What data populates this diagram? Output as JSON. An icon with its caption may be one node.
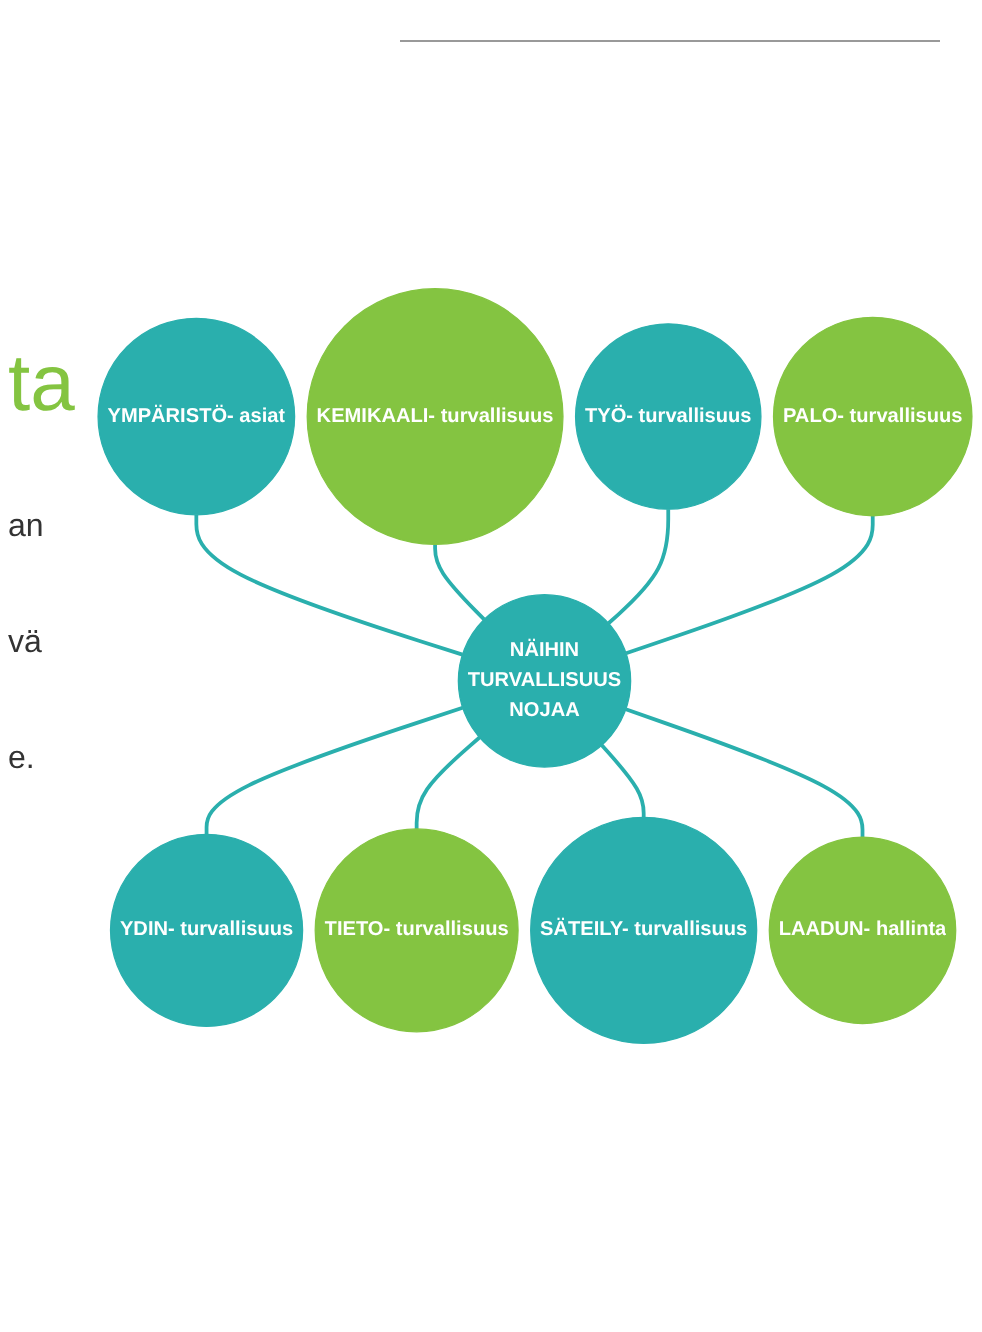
{
  "diagram": {
    "nodes": [
      {
        "text": [
          "YMPÄRISTÖ- asiat"
        ]
      },
      {
        "text": [
          "KEMIKAALI- turvallisuus"
        ]
      },
      {
        "text": [
          "TYÖ- turvallisuus"
        ]
      },
      {
        "text": [
          "PALO- turvallisuus"
        ]
      },
      {
        "text": [
          "NÄIHIN",
          "TURVALLISUUS",
          "NOJAA"
        ]
      },
      {
        "text": [
          "YDIN- turvallisuus"
        ]
      },
      {
        "text": [
          "TIETO- turvallisuus"
        ]
      },
      {
        "text": [
          "SÄTEILY- turvallisuus"
        ]
      },
      {
        "text": [
          "LAADUN- hallinta"
        ]
      }
    ],
    "edges": [
      {
        "from": 0,
        "to": 4,
        "arrow": "none"
      },
      {
        "from": 1,
        "to": 4,
        "arrow": "none"
      },
      {
        "from": 2,
        "to": 4,
        "arrow": "none"
      },
      {
        "from": 3,
        "to": 4,
        "arrow": "none"
      },
      {
        "from": 4,
        "to": 5,
        "arrow": "none"
      },
      {
        "from": 4,
        "to": 6,
        "arrow": "none"
      },
      {
        "from": 4,
        "to": 7,
        "arrow": "none"
      },
      {
        "from": 4,
        "to": 8,
        "arrow": "none"
      }
    ],
    "labels": [
      "ta",
      "an",
      "vä",
      "e."
    ]
  }
}
